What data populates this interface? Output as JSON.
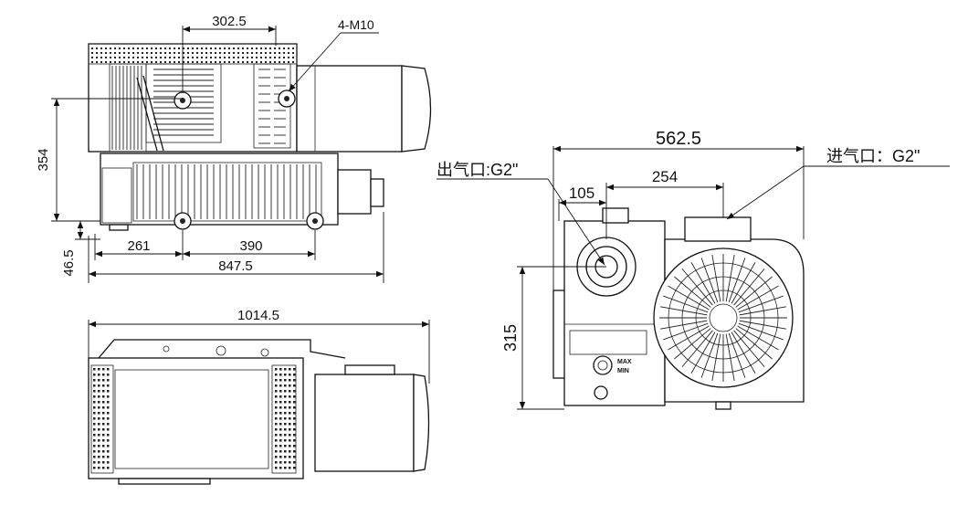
{
  "dimensions": {
    "top_width": "302.5",
    "bolt_spec": "4-M10",
    "height_left": "354",
    "offset_left": "261",
    "foot_span": "390",
    "bottom_height": "46.5",
    "total_length": "847.5",
    "plan_length": "1014.5",
    "side_width": "562.5",
    "inlet_offset": "254",
    "outlet_offset": "105",
    "side_height": "315"
  },
  "labels": {
    "outlet": "出气口:G2\"",
    "inlet": "进气口：G2\"",
    "gauge_max": "MAX",
    "gauge_min": "MIN"
  }
}
